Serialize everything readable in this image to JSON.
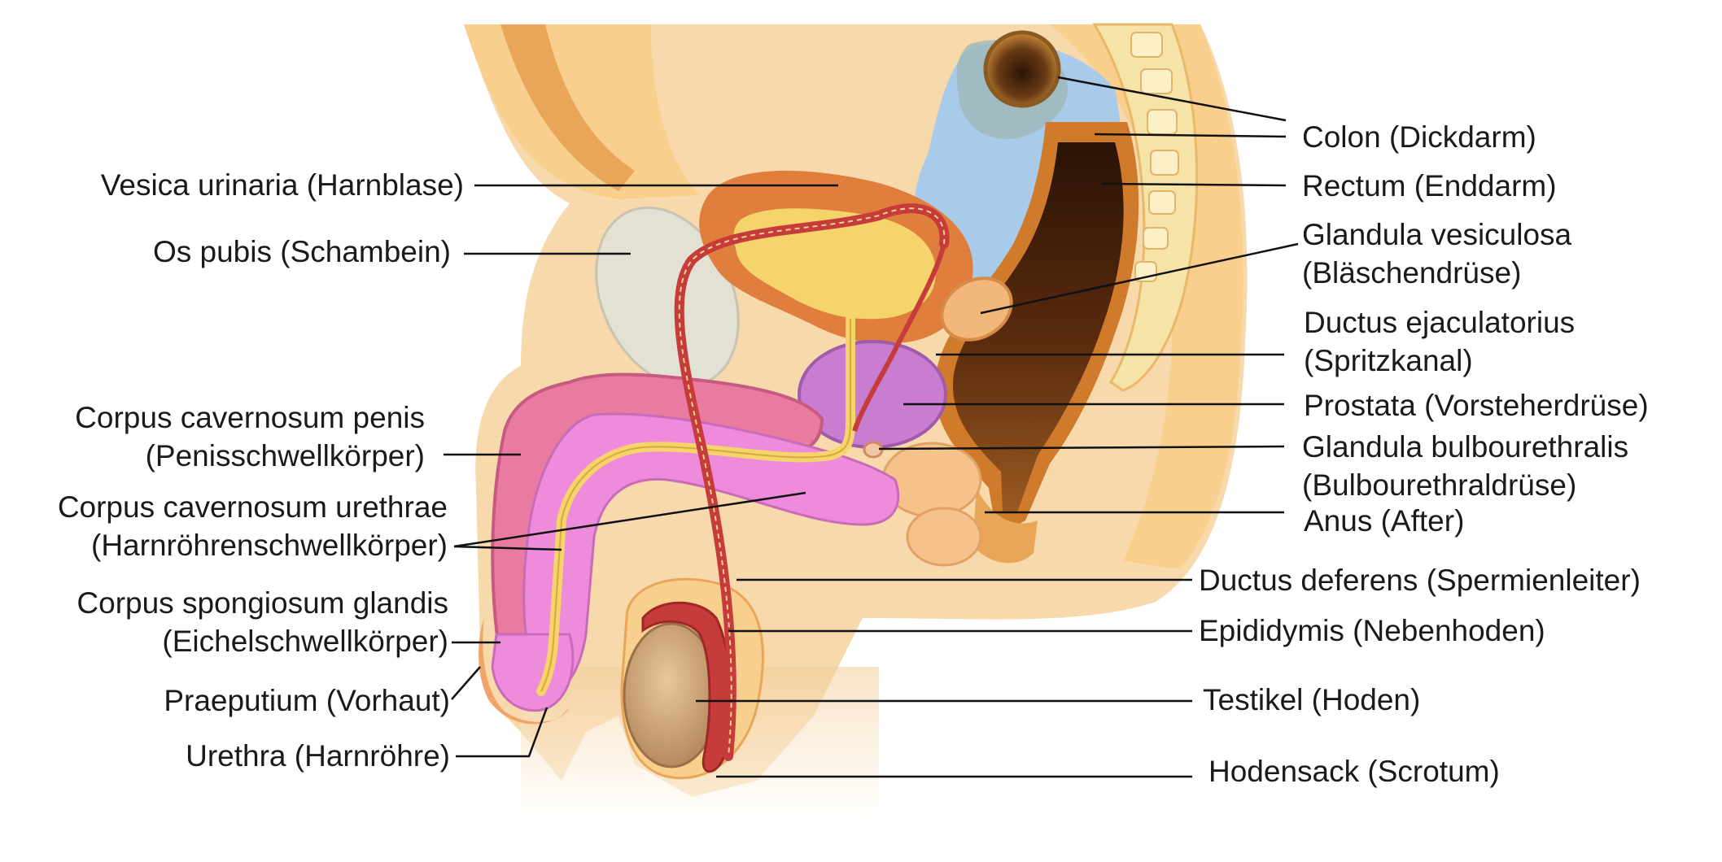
{
  "labels_left": [
    {
      "id": "harnblase",
      "line1": "Vesica urinaria  (Harnblase)",
      "line2": ""
    },
    {
      "id": "schambein",
      "line1": "Os pubis (Schambein)",
      "line2": ""
    },
    {
      "id": "penisschwell",
      "line1": "Corpus cavernosum penis",
      "line2": "(Penisschwellkörper)"
    },
    {
      "id": "harnroehrenschwell",
      "line1": "Corpus cavernosum urethrae",
      "line2": "(Harnröhrenschwellkörper)"
    },
    {
      "id": "eichel",
      "line1": "Corpus spongiosum glandis",
      "line2": "(Eichelschwellkörper)"
    },
    {
      "id": "vorhaut",
      "line1": "Praeputium (Vorhaut)",
      "line2": ""
    },
    {
      "id": "harnroehre",
      "line1": "Urethra (Harnröhre)",
      "line2": ""
    }
  ],
  "labels_right": [
    {
      "id": "colon",
      "line1": "Colon (Dickdarm)",
      "line2": ""
    },
    {
      "id": "rectum",
      "line1": "Rectum (Enddarm)",
      "line2": ""
    },
    {
      "id": "blaeschen",
      "line1": "Glandula vesiculosa",
      "line2": "(Bläschendrüse)"
    },
    {
      "id": "spritzkanal",
      "line1": "Ductus ejaculatorius",
      "line2": "(Spritzkanal)"
    },
    {
      "id": "prostata",
      "line1": "Prostata (Vorsteherdrüse)",
      "line2": ""
    },
    {
      "id": "bulbo",
      "line1": "Glandula bulbourethralis",
      "line2": "(Bulbourethraldrüse)"
    },
    {
      "id": "anus",
      "line1": "Anus (After)",
      "line2": ""
    },
    {
      "id": "deferens",
      "line1": "Ductus deferens (Spermienleiter)",
      "line2": ""
    },
    {
      "id": "nebenhoden",
      "line1": "Epididymis (Nebenhoden)",
      "line2": ""
    },
    {
      "id": "hoden",
      "line1": "Testikel (Hoden)",
      "line2": ""
    },
    {
      "id": "scrotum",
      "line1": "Hodensack (Scrotum)",
      "line2": ""
    }
  ],
  "colors": {
    "skin": "#F9CF8E",
    "skin_dark": "#E9A558",
    "bladder_wall": "#E07E3E",
    "urine": "#F5D46B",
    "bone": "#E3E0D4",
    "cavernosum_penis": "#EA7BA0",
    "cavernosum_urethrae": "#EE8CDB",
    "prostate": "#C97DD0",
    "rectum": "#5A2C10",
    "colon_bg": "#A9CBEA",
    "testis": "#C99E6E",
    "deferens": "#C63B3B",
    "leader": "#111111"
  }
}
